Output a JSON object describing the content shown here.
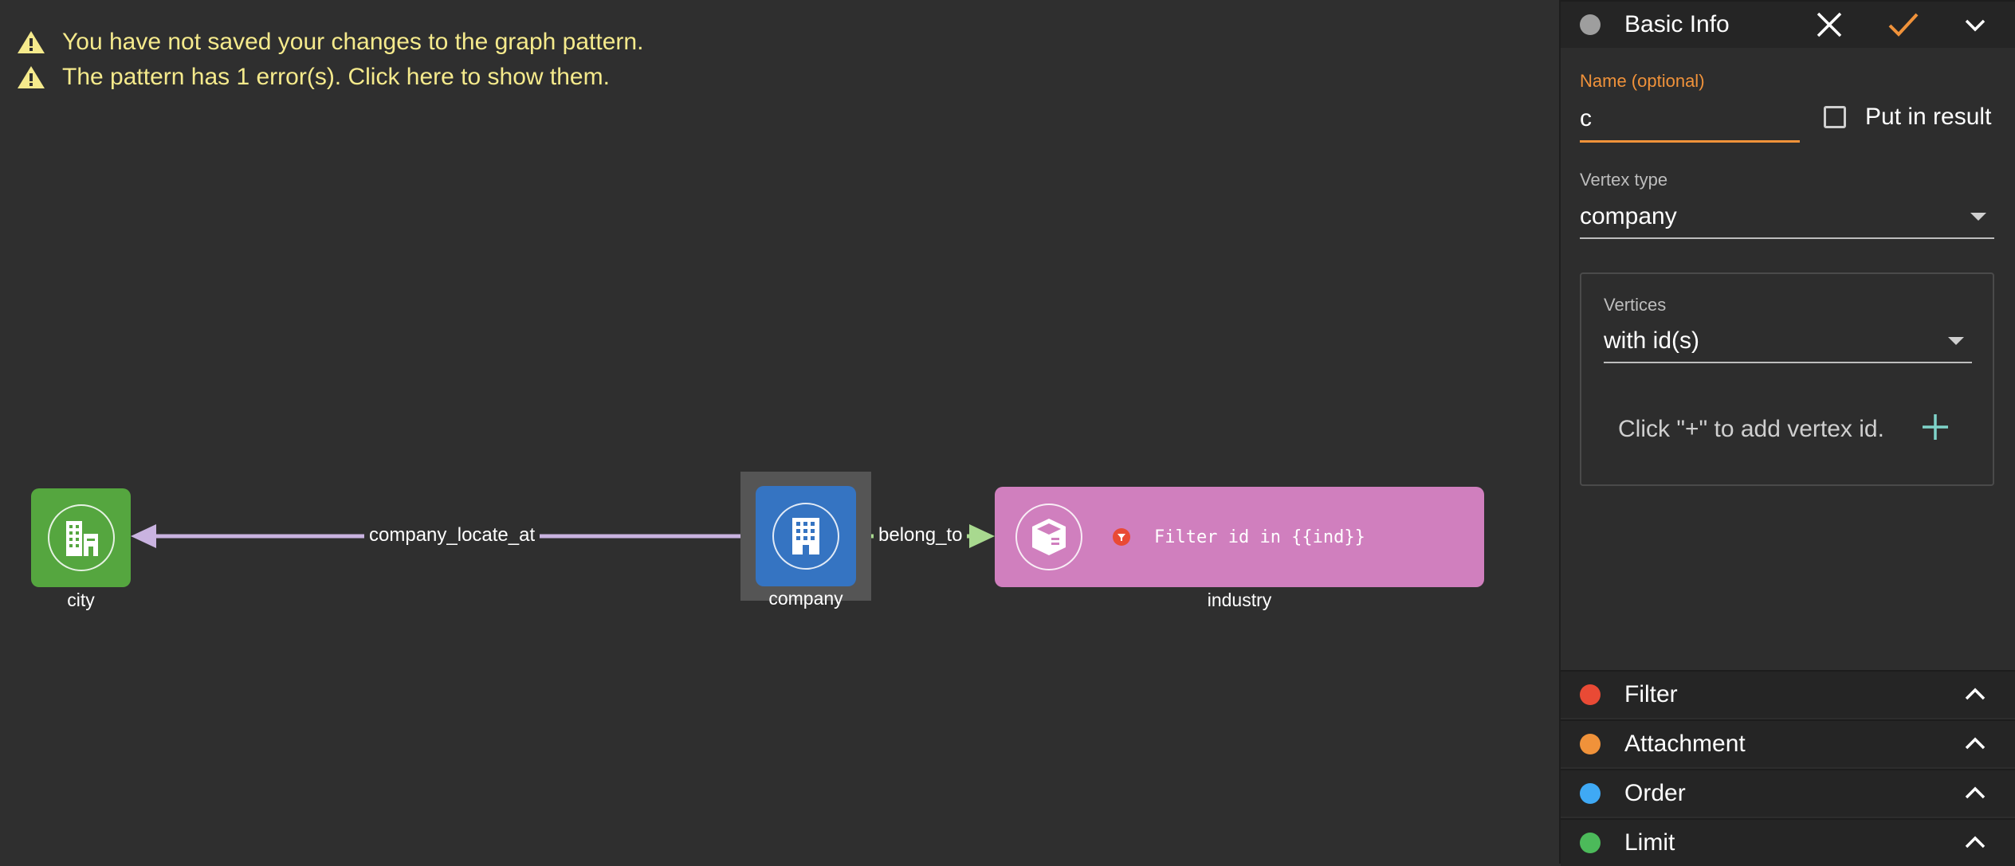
{
  "warnings": {
    "unsaved": "You have not saved your changes to the graph pattern.",
    "errors": "The pattern has 1 error(s). Click here to show them."
  },
  "graph": {
    "nodes": {
      "city": {
        "label": "city",
        "color": "#55a63f",
        "icon": "city-building-icon"
      },
      "company": {
        "label": "company",
        "color": "#3574c2",
        "icon": "office-building-icon"
      },
      "industry": {
        "label": "industry",
        "color": "#d07fbe",
        "icon": "industry-cube-icon",
        "filter_text": "Filter id in {{ind}}"
      }
    },
    "edges": {
      "company_locate_at": {
        "label": "company_locate_at",
        "color": "#c9b3e0"
      },
      "belong_to": {
        "label": "belong_to",
        "color": "#a8d98f"
      }
    }
  },
  "panel": {
    "basic_info": {
      "title": "Basic Info",
      "name_label": "Name (optional)",
      "name_value": "c",
      "put_in_result_label": "Put in result",
      "vertex_type_label": "Vertex type",
      "vertex_type_value": "company",
      "vertices_label": "Vertices",
      "vertices_value": "with id(s)",
      "vertices_hint": "Click \"+\" to add vertex id."
    },
    "sections": {
      "filter": {
        "title": "Filter",
        "color": "#e94a35"
      },
      "attachment": {
        "title": "Attachment",
        "color": "#f0923a"
      },
      "order": {
        "title": "Order",
        "color": "#3fa9f5"
      },
      "limit": {
        "title": "Limit",
        "color": "#4cba5a"
      }
    },
    "colors": {
      "accent": "#f0923a",
      "status_gray": "#9e9e9e"
    }
  }
}
